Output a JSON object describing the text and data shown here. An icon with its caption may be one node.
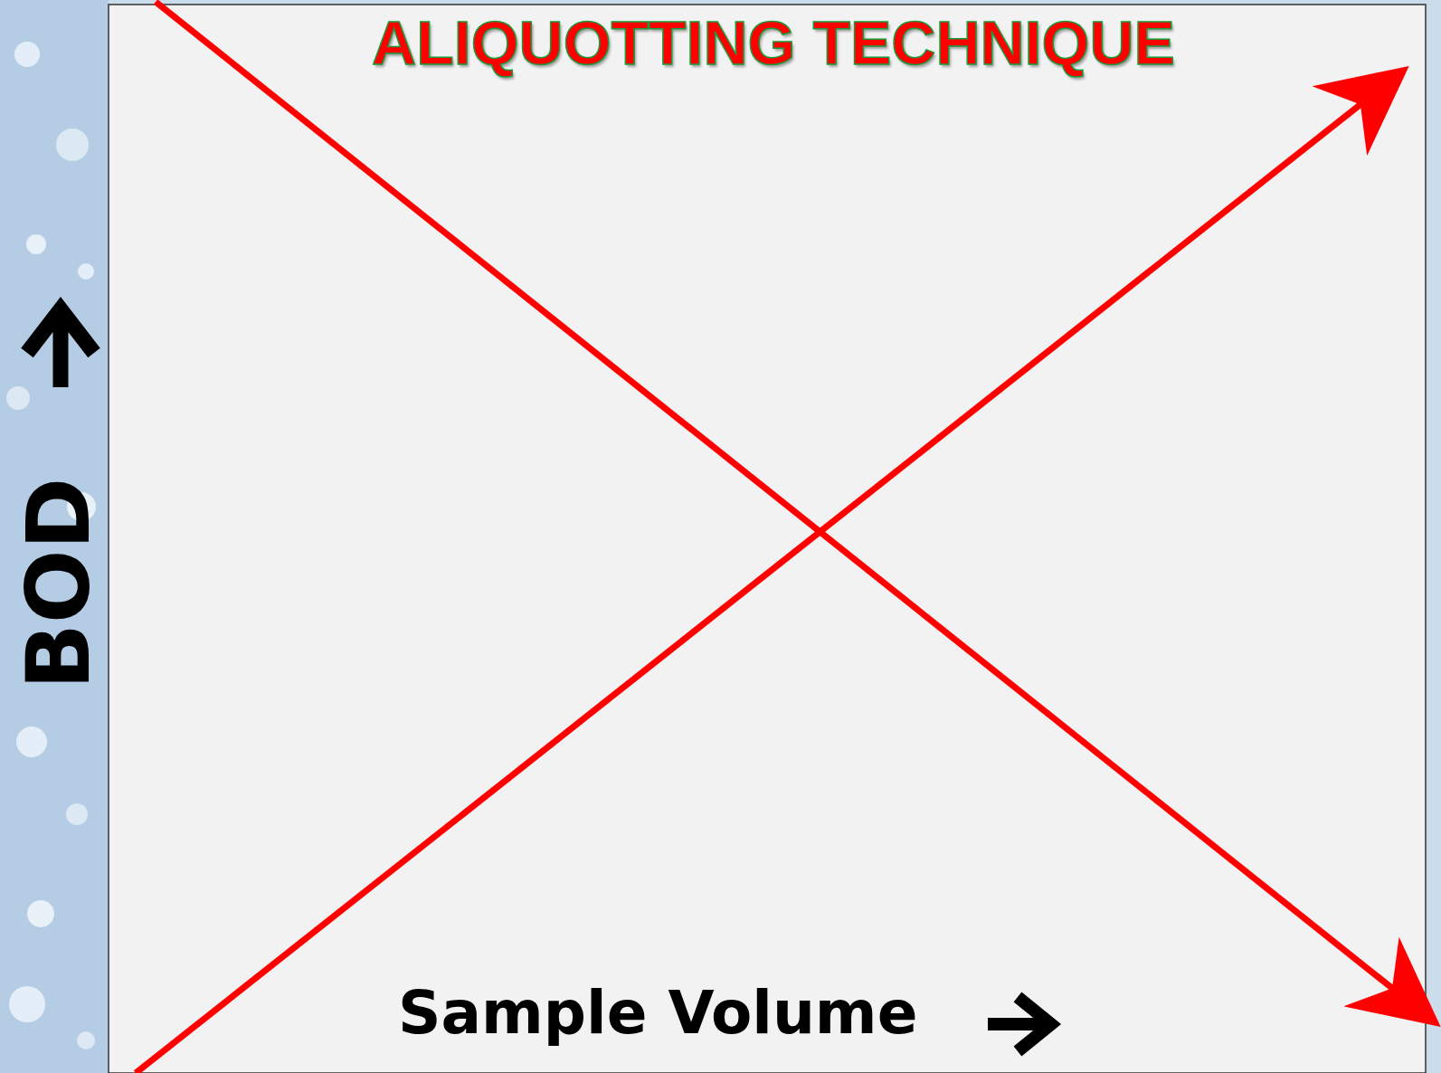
{
  "diagram": {
    "title": "ALIQUOTTING TECHNIQUE",
    "labels": [
      "BOD",
      "Sample Volume"
    ]
  }
}
